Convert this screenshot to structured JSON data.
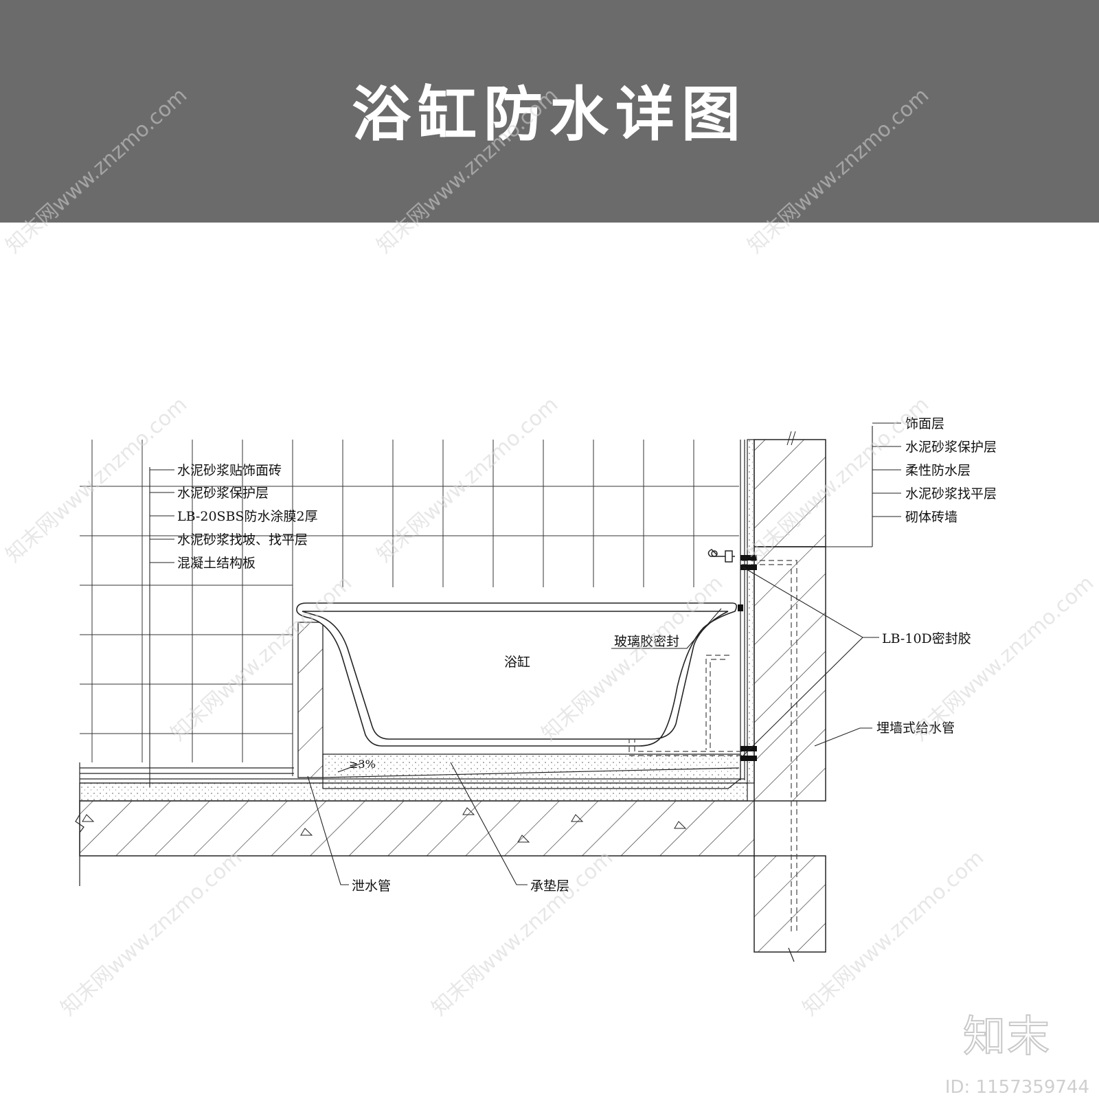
{
  "title": "浴缸防水详图",
  "left_callouts": [
    "水泥砂浆贴饰面砖",
    "水泥砂浆保护层",
    "LB-20SBS防水涂膜2厚",
    "水泥砂浆找坡、找平层",
    "混凝土结构板"
  ],
  "right_callouts": [
    "饰面层",
    "水泥砂浆保护层",
    "柔性防水层",
    "水泥砂浆找平层",
    "砌体砖墙"
  ],
  "labels": {
    "bathtub": "浴缸",
    "glass_glue": "玻璃胶密封",
    "sealant": "LB-10D密封胶",
    "pipe": "埋墙式给水管",
    "drain": "泄水管",
    "bedding": "承垫层",
    "slope": "≥3%"
  },
  "watermark": "知末网www.znzmo.com",
  "brand": "知末",
  "id_text": "ID: 1157359744"
}
